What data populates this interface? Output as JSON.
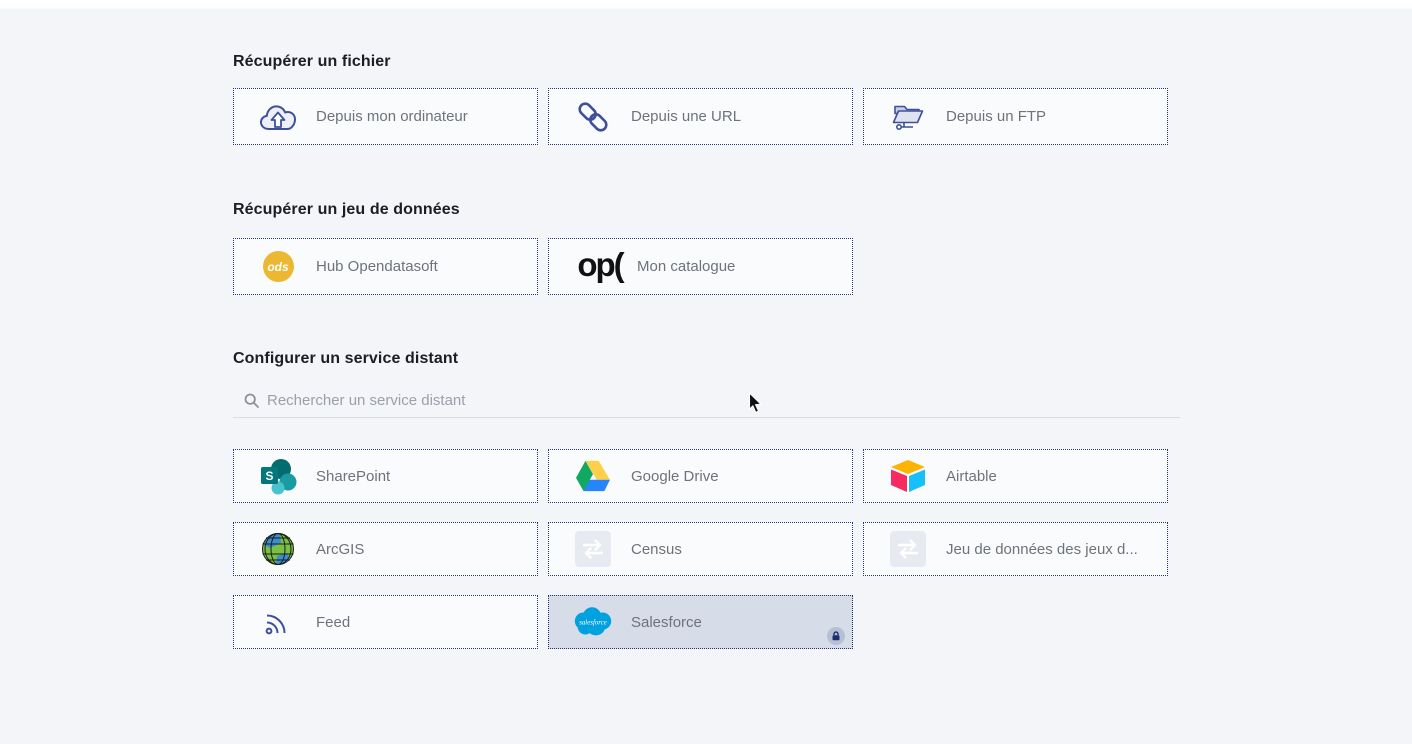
{
  "colors": {
    "page_background": "#f4f5f9",
    "card_border": "#26337c",
    "selected_card_background": "#d7dde8",
    "label_text": "#6e727b",
    "title_text": "#1b1e24",
    "ods_yellow": "#ecb731",
    "salesforce_blue": "#00a1e0"
  },
  "sections": {
    "file": {
      "title": "Récupérer un fichier",
      "items": [
        {
          "label": "Depuis mon ordinateur",
          "icon": "cloud-upload-icon"
        },
        {
          "label": "Depuis une URL",
          "icon": "link-icon"
        },
        {
          "label": "Depuis un FTP",
          "icon": "folder-network-icon"
        }
      ]
    },
    "dataset": {
      "title": "Récupérer un jeu de données",
      "items": [
        {
          "label": "Hub Opendatasoft",
          "icon": "ods-badge-icon",
          "badge_text": "ods"
        },
        {
          "label": "Mon catalogue",
          "icon": "opendatasoft-logo",
          "logo_text": "op("
        }
      ]
    },
    "remote": {
      "title": "Configurer un service distant",
      "search_placeholder": "Rechercher un service distant",
      "services": [
        {
          "label": "SharePoint",
          "icon": "sharepoint-icon",
          "initial": "S"
        },
        {
          "label": "Google Drive",
          "icon": "google-drive-icon"
        },
        {
          "label": "Airtable",
          "icon": "airtable-icon"
        },
        {
          "label": "ArcGIS",
          "icon": "arcgis-icon"
        },
        {
          "label": "Census",
          "icon": "connector-icon"
        },
        {
          "label": "Jeu de données des jeux d...",
          "icon": "connector-icon"
        },
        {
          "label": "Feed",
          "icon": "rss-icon"
        },
        {
          "label": "Salesforce",
          "icon": "salesforce-icon",
          "logo_text": "salesforce",
          "selected": true,
          "locked": true
        }
      ]
    }
  }
}
